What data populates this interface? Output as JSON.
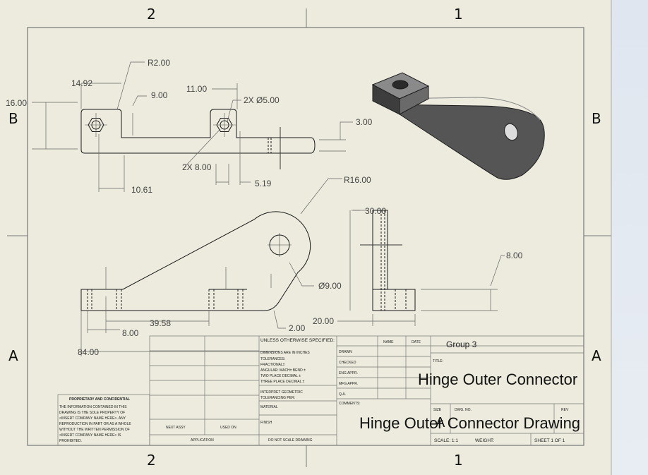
{
  "zones": {
    "top_left": "2",
    "top_right": "1",
    "bottom_left": "2",
    "bottom_right": "1",
    "left_top": "B",
    "left_bottom": "A",
    "right_top": "B",
    "right_bottom": "A"
  },
  "dimensions": {
    "r2": "R2.00",
    "d14": "14.92",
    "d9": "9.00",
    "d16": "16.00",
    "d11": "11.00",
    "hole2x": "2X Ø5.00",
    "d3": "3.00",
    "hex2x": "2X 8.00",
    "d519": "5.19",
    "d1061": "10.61",
    "r16": "R16.00",
    "d30": "30.00",
    "d8a": "8.00",
    "d9hole": "Ø9.00",
    "d8b": "8.00",
    "d3958": "39.58",
    "d2": "2.00",
    "d20": "20.00",
    "d84": "84.00"
  },
  "title_block": {
    "unless": "UNLESS OTHERWISE SPECIFIED:",
    "dims_in": "DIMENSIONS ARE IN INCHES",
    "tolerances": "TOLERANCES:",
    "fractional": "FRACTIONAL±",
    "angular": "ANGULAR: MACH±   BEND ±",
    "two_place": "TWO PLACE DECIMAL   ±",
    "three_place": "THREE PLACE DECIMAL  ±",
    "interpret": "INTERPRET GEOMETRIC",
    "tolerancing": "TOLERANCING PER:",
    "material": "MATERIAL",
    "finish": "FINISH",
    "no_scale": "DO NOT SCALE DRAWING",
    "next_assy": "NEXT ASSY",
    "used_on": "USED ON",
    "application": "APPLICATION",
    "name": "NAME",
    "date": "DATE",
    "drawn": "DRAWN",
    "checked": "CHECKED",
    "eng_appr": "ENG APPR.",
    "mfg_appr": "MFG APPR.",
    "qa": "Q.A.",
    "comments": "COMMENTS:",
    "group": "Group 3",
    "title_label": "TITLE:",
    "title": "Hinge Outer Connector",
    "size": "SIZE",
    "size_val": "A",
    "dwg_no": "DWG.  NO.",
    "rev": "REV",
    "dwg_title": "Hinge Outer Connector Drawing",
    "scale": "SCALE: 1:1",
    "weight": "WEIGHT:",
    "sheet": "SHEET 1 OF 1",
    "prop_head": "PROPRIETARY AND CONFIDENTIAL",
    "prop_1": "THE INFORMATION CONTAINED IN THIS",
    "prop_2": "DRAWING IS THE SOLE PROPERTY OF",
    "prop_3": "<INSERT COMPANY NAME HERE>.  ANY",
    "prop_4": "REPRODUCTION IN PART OR AS A WHOLE",
    "prop_5": "WITHOUT THE WRITTEN PERMISSION OF",
    "prop_6": "<INSERT COMPANY NAME HERE> IS",
    "prop_7": "PROHIBITED."
  },
  "colors": {
    "sheet": "#ecebdd",
    "line": "#1a1a1a",
    "dim": "#555555",
    "part": "#5a5a5a"
  }
}
